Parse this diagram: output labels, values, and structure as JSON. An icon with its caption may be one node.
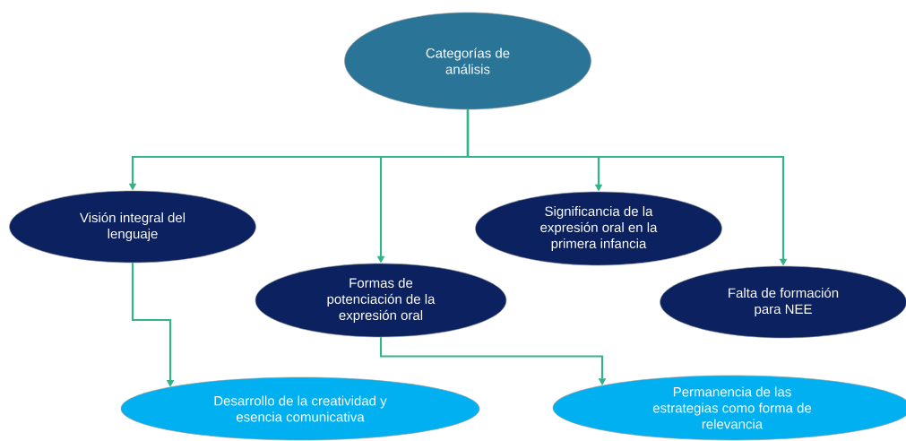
{
  "diagram": {
    "nodes": [
      {
        "text": [
          "Categorías de análisis"
        ]
      },
      {
        "text": [
          "Visión integral del lenguaje"
        ]
      },
      {
        "text": [
          "Formas de potenciación de la expresión oral"
        ]
      },
      {
        "text": [
          "Significancia de la expresión oral en la primera infancia"
        ]
      },
      {
        "text": [
          "Falta de formación para NEE"
        ]
      },
      {
        "text": [
          "Desarrollo de la creatividad y esencia comunicativa"
        ]
      },
      {
        "text": [
          "Permanencia de las estrategias como forma de relevancia"
        ]
      }
    ],
    "edges": [
      {
        "from": 0,
        "to": 1,
        "arrow": "to"
      },
      {
        "from": 0,
        "to": 2,
        "arrow": "to"
      },
      {
        "from": 0,
        "to": 3,
        "arrow": "to"
      },
      {
        "from": 0,
        "to": 4,
        "arrow": "to"
      },
      {
        "from": 1,
        "to": 5,
        "arrow": "to"
      },
      {
        "from": 2,
        "to": 6,
        "arrow": "to"
      }
    ]
  }
}
